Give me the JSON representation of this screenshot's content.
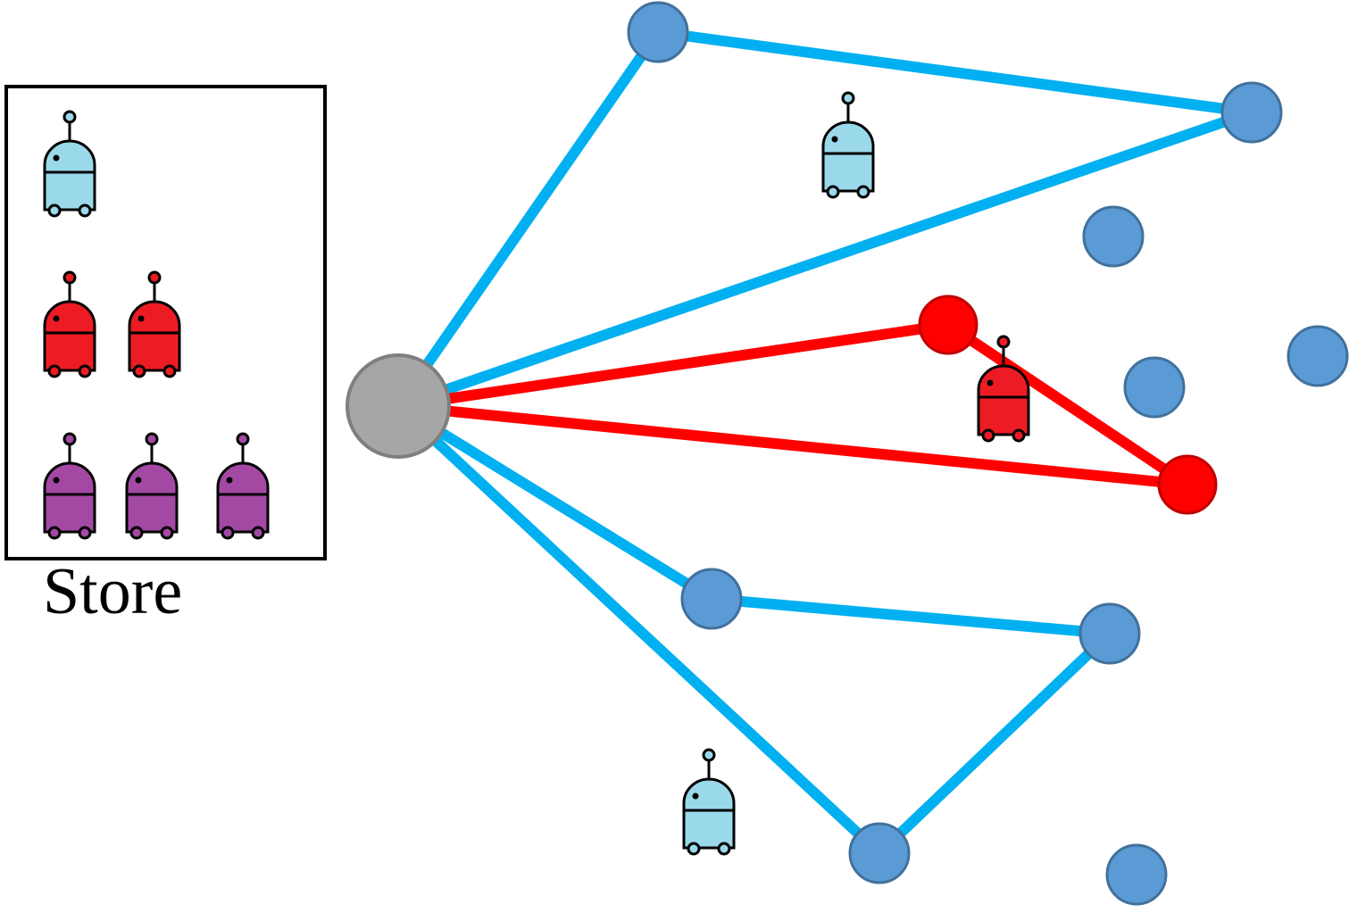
{
  "store": {
    "label": "Store",
    "robot_rows": [
      {
        "color_key": "light_blue",
        "count": 1
      },
      {
        "color_key": "red",
        "count": 2
      },
      {
        "color_key": "purple",
        "count": 3
      }
    ]
  },
  "colors": {
    "light_blue_route": "#00b0f0",
    "red_route": "#ff0000",
    "node_fill": "#5b9bd5",
    "node_stroke": "#41719c",
    "depot_fill": "#a6a6a6",
    "depot_stroke": "#7f7f7f",
    "red_node_fill": "#ff0000",
    "red_node_stroke": "#c00000",
    "robot_light_blue": "#9ad9ea",
    "robot_red": "#ed1c24",
    "robot_purple": "#a349a4"
  },
  "graph": {
    "depot": "depot",
    "nodes": [
      {
        "id": "n1",
        "kind": "customer"
      },
      {
        "id": "n2",
        "kind": "customer"
      },
      {
        "id": "n3",
        "kind": "customer"
      },
      {
        "id": "n4",
        "kind": "customer"
      },
      {
        "id": "n5",
        "kind": "customer"
      },
      {
        "id": "n6",
        "kind": "customer"
      },
      {
        "id": "n7",
        "kind": "customer"
      },
      {
        "id": "n8",
        "kind": "customer"
      },
      {
        "id": "n9",
        "kind": "customer"
      },
      {
        "id": "r1",
        "kind": "red"
      },
      {
        "id": "r2",
        "kind": "red"
      }
    ],
    "routes": [
      {
        "color_key": "light_blue",
        "path": [
          "depot",
          "n1",
          "n2",
          "depot"
        ]
      },
      {
        "color_key": "red",
        "path": [
          "depot",
          "r1",
          "r2",
          "depot"
        ]
      },
      {
        "color_key": "light_blue",
        "path": [
          "depot",
          "n6",
          "n7",
          "n8",
          "depot"
        ]
      }
    ],
    "robots_on_map": [
      {
        "color_key": "light_blue",
        "route_index": 0
      },
      {
        "color_key": "red",
        "route_index": 1
      },
      {
        "color_key": "light_blue",
        "route_index": 2
      }
    ]
  }
}
